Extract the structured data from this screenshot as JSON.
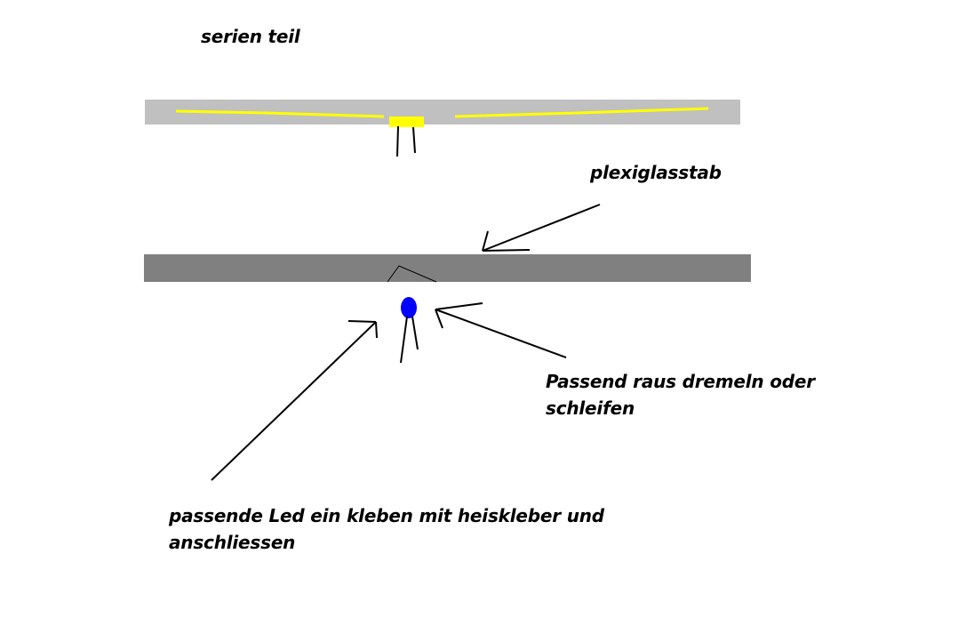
{
  "labels": {
    "serien_teil": "serien teil",
    "plexiglasstab": "plexiglasstab",
    "dremeln_line1": "Passend raus dremeln oder",
    "dremeln_line2": "schleifen",
    "led_line1": "passende Led ein kleben mit heiskleber und",
    "led_line2": "anschliessen"
  },
  "colors": {
    "series_bar": "#c0c0c0",
    "series_light": "#ffff00",
    "plexiglass_bar": "#808080",
    "led": "#0000ff",
    "ink": "#000000",
    "background": "#ffffff"
  }
}
